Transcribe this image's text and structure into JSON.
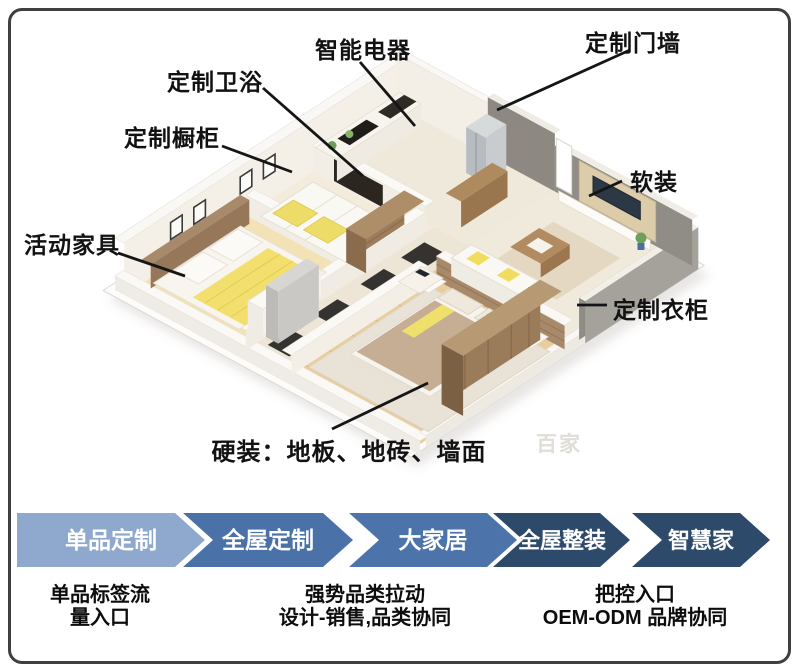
{
  "slide": {
    "watermark": "百家"
  },
  "diagram": {
    "labels": {
      "smart_appliances": "智能电器",
      "custom_door_wall": "定制门墙",
      "custom_bathroom": "定制卫浴",
      "custom_cabinets": "定制橱柜",
      "movable_furniture": "活动家具",
      "soft_furnishing": "软装",
      "custom_wardrobe": "定制衣柜",
      "hard_decoration": "硬装：地板、地砖、墙面"
    }
  },
  "flow": {
    "text_color": "#FFFFFF",
    "stages": [
      {
        "label": "单品定制",
        "color": "#8FA9CE"
      },
      {
        "label": "全屋定制",
        "color": "#4A71A8"
      },
      {
        "label": "大家居",
        "color": "#4C74AB"
      },
      {
        "label": "全屋整装",
        "color": "#2E4A6B"
      },
      {
        "label": "智慧家",
        "color": "#2E4A6B"
      }
    ],
    "captions": [
      {
        "line1": "单品标签流",
        "line2": "量入口"
      },
      {
        "line1": "强势品类拉动",
        "line2": "设计-销售,品类协同"
      },
      {
        "line1": "把控入口",
        "line2": "OEM-ODM 品牌协同"
      }
    ]
  }
}
